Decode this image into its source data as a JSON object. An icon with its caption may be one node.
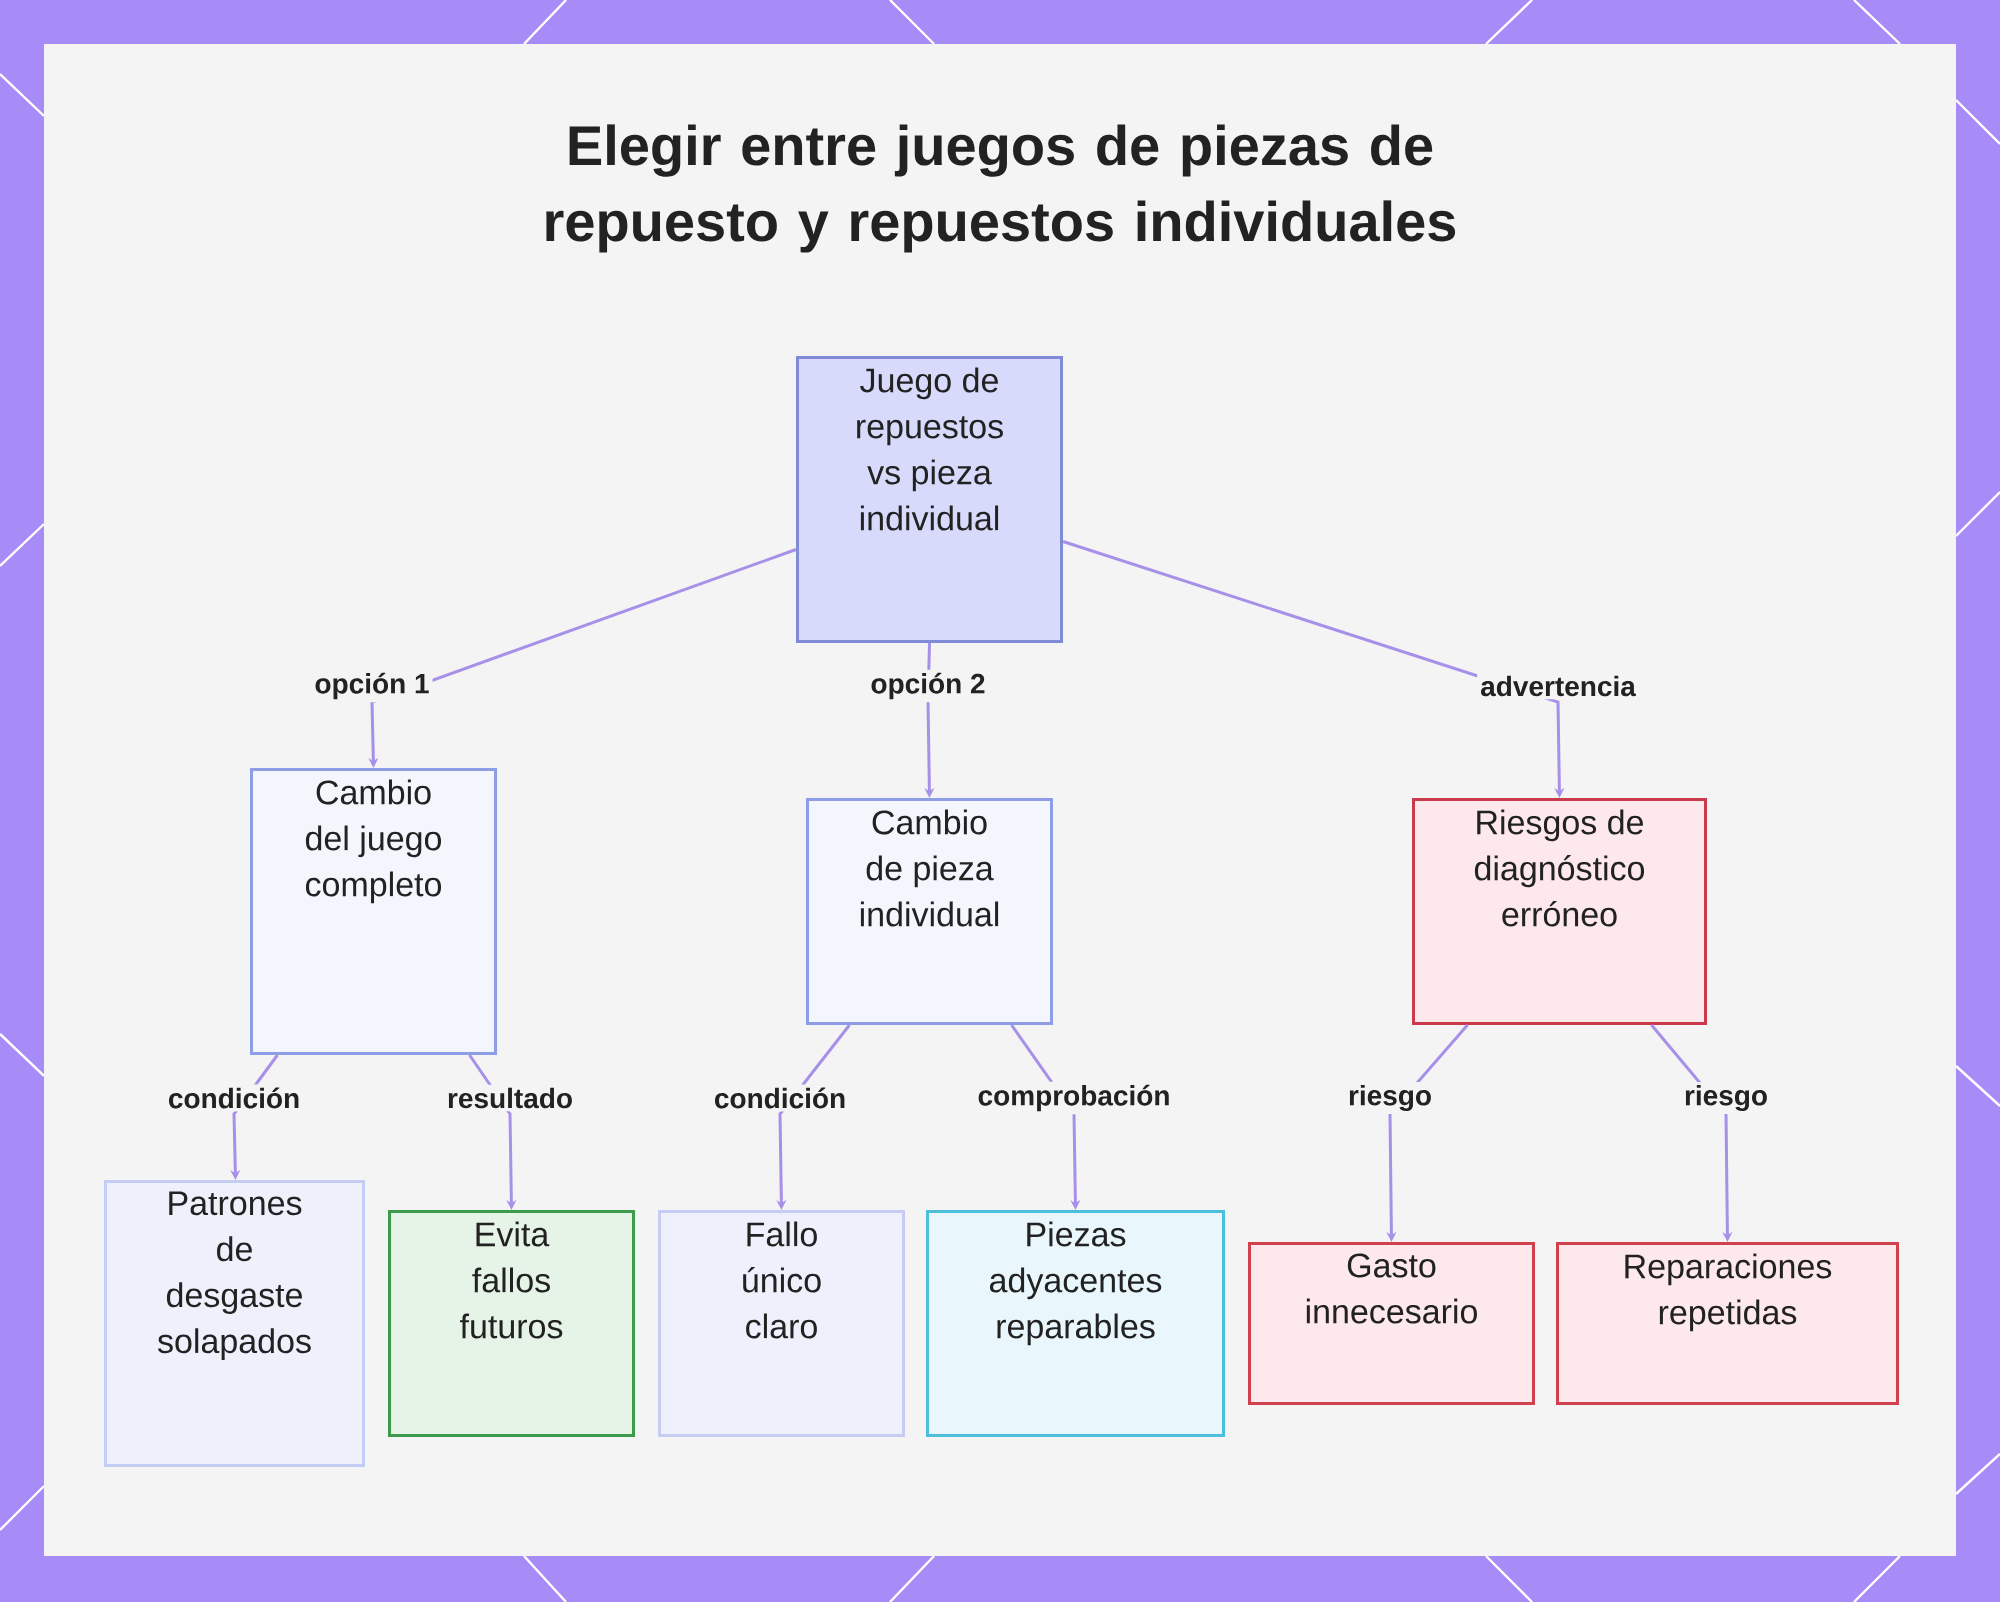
{
  "diagram": {
    "title": "Elegir entre juegos de piezas de repuesto y repuestos individuales",
    "nodes": [
      {
        "text": [
          "Juego de repuestos vs pieza individual"
        ]
      },
      {
        "text": [
          "Cambio del juego completo"
        ]
      },
      {
        "text": [
          "Cambio de pieza individual"
        ]
      },
      {
        "text": [
          "Riesgos de diagnóstico erróneo"
        ]
      },
      {
        "text": [
          "Patrones de desgaste solapados"
        ]
      },
      {
        "text": [
          "Evita fallos futuros"
        ]
      },
      {
        "text": [
          "Fallo único claro"
        ]
      },
      {
        "text": [
          "Piezas adyacentes reparables"
        ]
      },
      {
        "text": [
          "Gasto innecesario"
        ]
      },
      {
        "text": [
          "Reparaciones repetidas"
        ]
      }
    ],
    "edges": [
      {
        "from": 0,
        "to": 1,
        "arrow": "to",
        "label": "opción 1"
      },
      {
        "from": 0,
        "to": 2,
        "arrow": "to",
        "label": "opción 2"
      },
      {
        "from": 0,
        "to": 3,
        "arrow": "to",
        "label": "advertencia"
      },
      {
        "from": 1,
        "to": 4,
        "arrow": "to",
        "label": "condición"
      },
      {
        "from": 1,
        "to": 5,
        "arrow": "to",
        "label": "resultado"
      },
      {
        "from": 2,
        "to": 6,
        "arrow": "to",
        "label": "condición"
      },
      {
        "from": 2,
        "to": 7,
        "arrow": "to",
        "label": "comprobación"
      },
      {
        "from": 3,
        "to": 8,
        "arrow": "to",
        "label": "riesgo"
      },
      {
        "from": 3,
        "to": 9,
        "arrow": "to",
        "label": "riesgo"
      }
    ]
  }
}
